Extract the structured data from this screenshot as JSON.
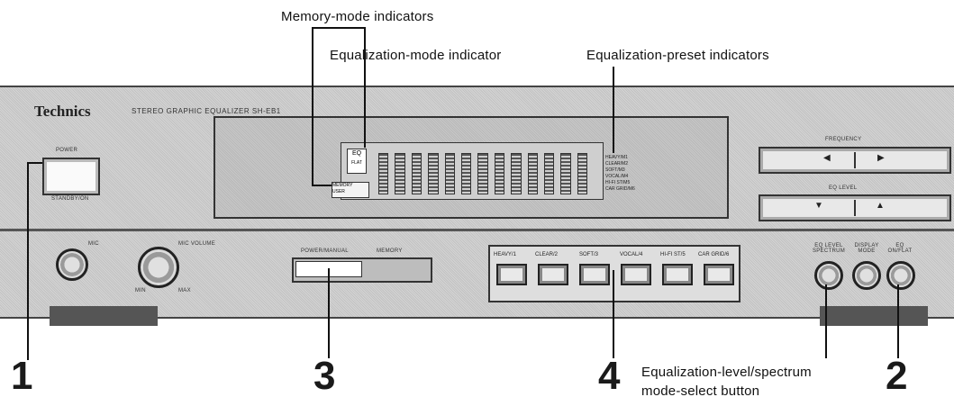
{
  "callouts": {
    "memory_mode": "Memory-mode indicators",
    "eq_mode": "Equalization-mode indicator",
    "eq_preset": "Equalization-preset indicators",
    "eq_level_line1": "Equalization-level/spectrum",
    "eq_level_line2": "mode-select button"
  },
  "numbers": {
    "n1": "1",
    "n2": "2",
    "n3": "3",
    "n4": "4"
  },
  "device": {
    "brand": "Technics",
    "model": "STEREO GRAPHIC EQUALIZER  SH-EB1",
    "power": "POWER",
    "standby": "STANDBY/ON",
    "mic": "MIC",
    "mic_volume": "MIC VOLUME",
    "min": "MIN",
    "max": "MAX",
    "eq_display": "EQ",
    "flat": "FLAT",
    "memory_manual": "MEMORY",
    "memory_user": "USER",
    "frequency": "FREQUENCY",
    "eq_level": "EQ LEVEL",
    "power_manual": "POWER/MANUAL",
    "memory": "MEMORY",
    "presets": [
      "HEAVY/M1",
      "CLEAR/M2",
      "SOFT/M3",
      "VOCAL/M4",
      "HI-FI ST/M5",
      "CAR GRID/M6"
    ],
    "preset_buttons": [
      "HEAVY/1",
      "CLEAR/2",
      "SOFT/3",
      "VOCAL/4",
      "HI-FI ST/5",
      "CAR GRID/6"
    ],
    "btn_level": "EQ LEVEL SPECTRUM",
    "btn_display": "DISPLAY MODE",
    "btn_flat": "EQ ON/FLAT"
  }
}
